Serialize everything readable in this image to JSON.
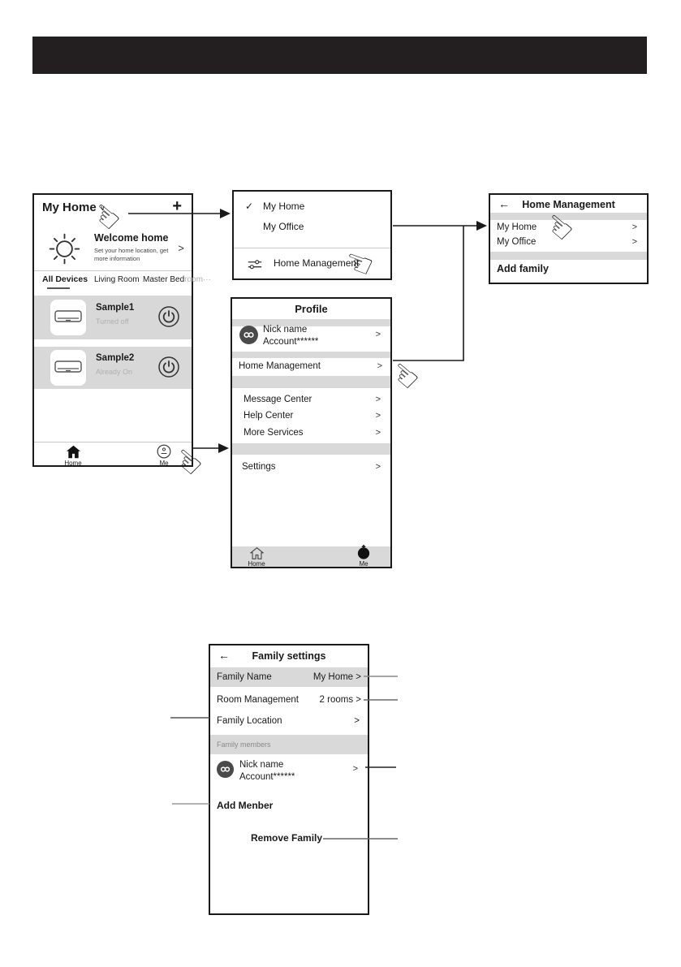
{
  "symbols": {
    "chevron": ">",
    "back": "←",
    "check": "✓",
    "plus": "+",
    "caret": "∨"
  },
  "home_screen": {
    "title": "My Home",
    "welcome_title": "Welcome home",
    "welcome_subtitle": "Set your home location, get more information",
    "tabs": {
      "all_devices": "All Devices",
      "living_room": "Living Room",
      "master_bedroom_dark": "Master Bed",
      "master_bedroom_muted": "room···"
    },
    "devices": [
      {
        "name": "Sample1",
        "status": "Turned off"
      },
      {
        "name": "Sample2",
        "status": "Already On"
      }
    ],
    "nav_home": "Home",
    "nav_me": "Me"
  },
  "home_dropdown": {
    "item_checked": "My Home",
    "item_other": "My Office",
    "home_management": "Home Management"
  },
  "home_management_screen": {
    "title": "Home Management",
    "rows": [
      {
        "label": "My Home"
      },
      {
        "label": "My Office"
      }
    ],
    "add_family": "Add family"
  },
  "profile_screen": {
    "title": "Profile",
    "nick_name": "Nick name",
    "account": "Account******",
    "menu": [
      {
        "label": "Home Management"
      },
      {
        "label": "Message Center"
      },
      {
        "label": "Help Center"
      },
      {
        "label": "More Services"
      },
      {
        "label": "Settings"
      }
    ],
    "nav_home": "Home",
    "nav_me": "Me"
  },
  "family_settings_screen": {
    "title": "Family settings",
    "rows": [
      {
        "label": "Family Name",
        "value": "My Home >"
      },
      {
        "label": "Room Management",
        "value": "2 rooms >"
      },
      {
        "label": "Family Location",
        "value": ">"
      }
    ],
    "section_family_members": "Family members",
    "member_name": "Nick name",
    "member_account": "Account******",
    "add_member": "Add Menber",
    "remove_family": "Remove Family"
  },
  "colors": {
    "band_gray": "#d9d9d9",
    "card_gray": "#d8d8d8",
    "muted_text": "#b0b0b0",
    "header_black": "#231f20"
  }
}
